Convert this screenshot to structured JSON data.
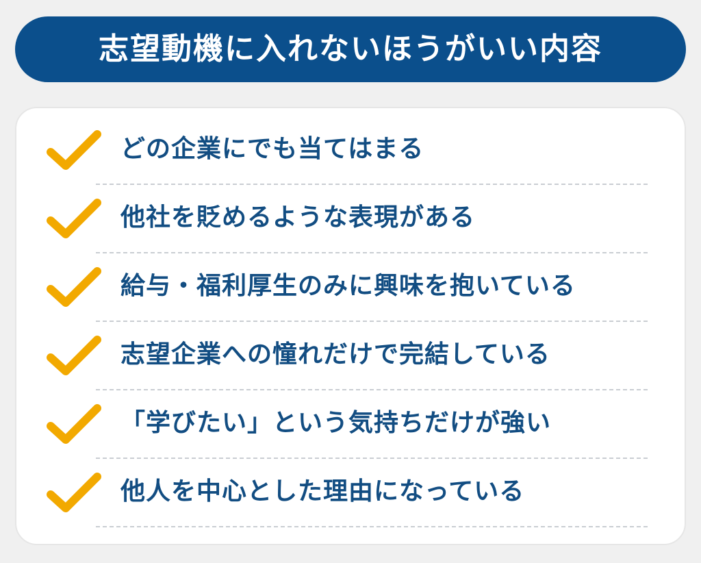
{
  "title": "志望動機に入れないほうがいい内容",
  "items": [
    {
      "text": "どの企業にでも当てはまる"
    },
    {
      "text": "他社を貶めるような表現がある"
    },
    {
      "text": "給与・福利厚生のみに興味を抱いている"
    },
    {
      "text": "志望企業への憧れだけで完結している"
    },
    {
      "text": "「学びたい」という気持ちだけが強い"
    },
    {
      "text": "他人を中心とした理由になっている"
    }
  ],
  "colors": {
    "banner": "#0b4f8c",
    "text": "#124d82",
    "check": "#f2a900"
  },
  "icons": {
    "check": "checkmark-icon"
  }
}
